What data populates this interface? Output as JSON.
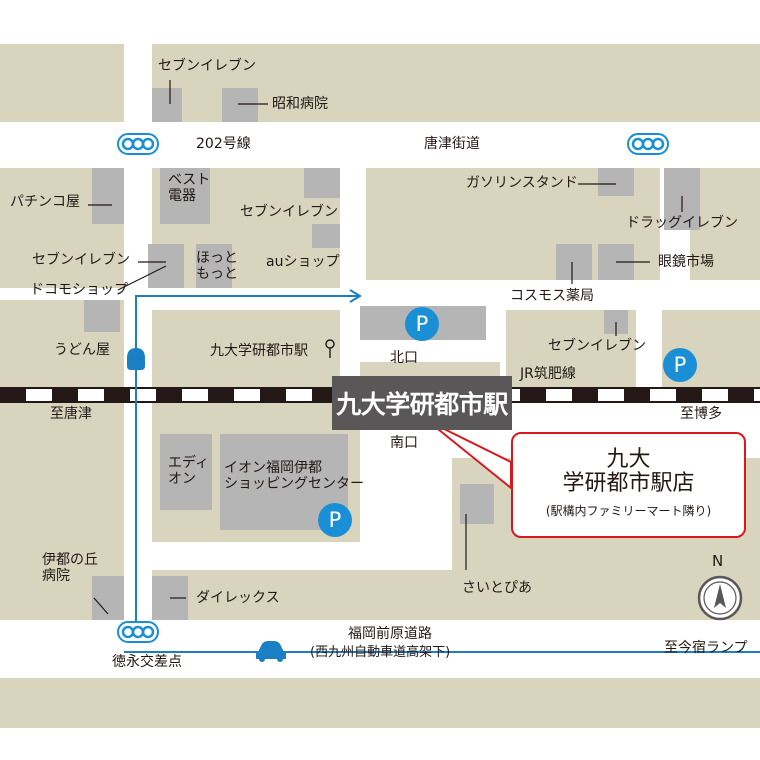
{
  "colors": {
    "block": "#d9d4bd",
    "building": "#b5b5b5",
    "road": "#ffffff",
    "route": "#1a7fc4",
    "parking": "#1a8fd6",
    "station_box": "#595757",
    "highlight": "#e60012",
    "callout_border": "#d7191f",
    "text": "#231815"
  },
  "roads": {
    "route202": "202号線",
    "karatsu_kaido": "唐津街道",
    "fukuoka_maebaru": "福岡前原道路",
    "fukuoka_maebaru_sub": "(西九州自動車道高架下)",
    "to_karatsu": "至唐津",
    "to_hakata": "至博多",
    "to_imajuku_ramp": "至今宿ランプ",
    "tokunaga_intersection": "徳永交差点"
  },
  "railway": {
    "name": "JR筑肥線",
    "station": "九大学研都市駅",
    "north_exit": "北口",
    "south_exit": "南口",
    "station_label": "九大学研都市駅"
  },
  "shop": {
    "name_line1": "九大",
    "name_line2": "学研都市駅店",
    "note": "(駅構内ファミリーマート隣り)"
  },
  "landmarks": {
    "seven_eleven_top": "セブンイレブン",
    "showa_hospital": "昭和病院",
    "pachinko": "パチンコ屋",
    "best_denki_1": "ベスト",
    "best_denki_2": "電器",
    "seven_eleven_center": "セブンイレブン",
    "gas_station": "ガソリンスタンド",
    "drug_eleven": "ドラッグイレブン",
    "seven_eleven_left": "セブンイレブン",
    "docomo_shop": "ドコモショップ",
    "hotto_motto_1": "ほっと",
    "hotto_motto_2": "もっと",
    "au_shop": "auショップ",
    "megane_ichiba": "眼鏡市場",
    "cosmos": "コスモス薬局",
    "udon": "うどん屋",
    "seven_eleven_right": "セブンイレブン",
    "eddy_on_1": "エディ",
    "eddy_on_2": "オン",
    "aeon_1": "イオン福岡伊都",
    "aeon_2": "ショッピングセンター",
    "itonooka_1": "伊都の丘",
    "itonooka_2": "病院",
    "direx": "ダイレックス",
    "saitopia": "さいとぴあ"
  },
  "parking_label": "P",
  "compass_label": "N"
}
